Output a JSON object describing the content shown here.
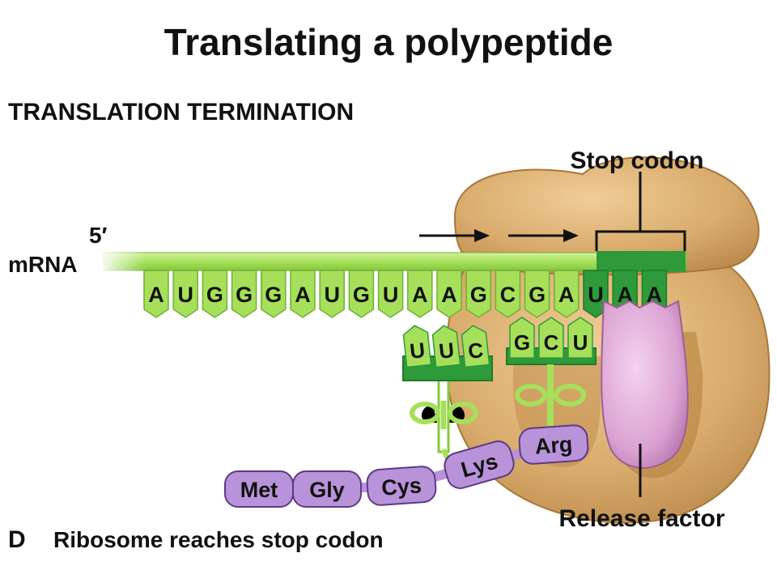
{
  "title": "Translating a polypeptide",
  "subtitle": "TRANSLATION TERMINATION",
  "labels": {
    "stop_codon": "Stop codon",
    "five_prime": "5′",
    "mrna": "mRNA",
    "release_factor": "Release factor"
  },
  "caption": {
    "letter": "D",
    "text": "Ribosome reaches stop codon"
  },
  "mrna_bases": [
    "A",
    "U",
    "G",
    "G",
    "G",
    "A",
    "U",
    "G",
    "U",
    "A",
    "A",
    "G",
    "C",
    "G",
    "A",
    "U",
    "A",
    "A"
  ],
  "trna_left_anticodon": [
    "U",
    "U",
    "C"
  ],
  "trna_right_anticodon": [
    "G",
    "C",
    "U"
  ],
  "amino_acids": [
    "Met",
    "Gly",
    "Cys",
    "Lys",
    "Arg"
  ],
  "colors": {
    "ribosome": "#d9ab6c",
    "mrna": "#a6e05a",
    "mrna_dark": "#2e9a3a",
    "trna": "#a6e05a",
    "release_factor": "#e2a9d8",
    "amino_acid": "#b893d9"
  }
}
